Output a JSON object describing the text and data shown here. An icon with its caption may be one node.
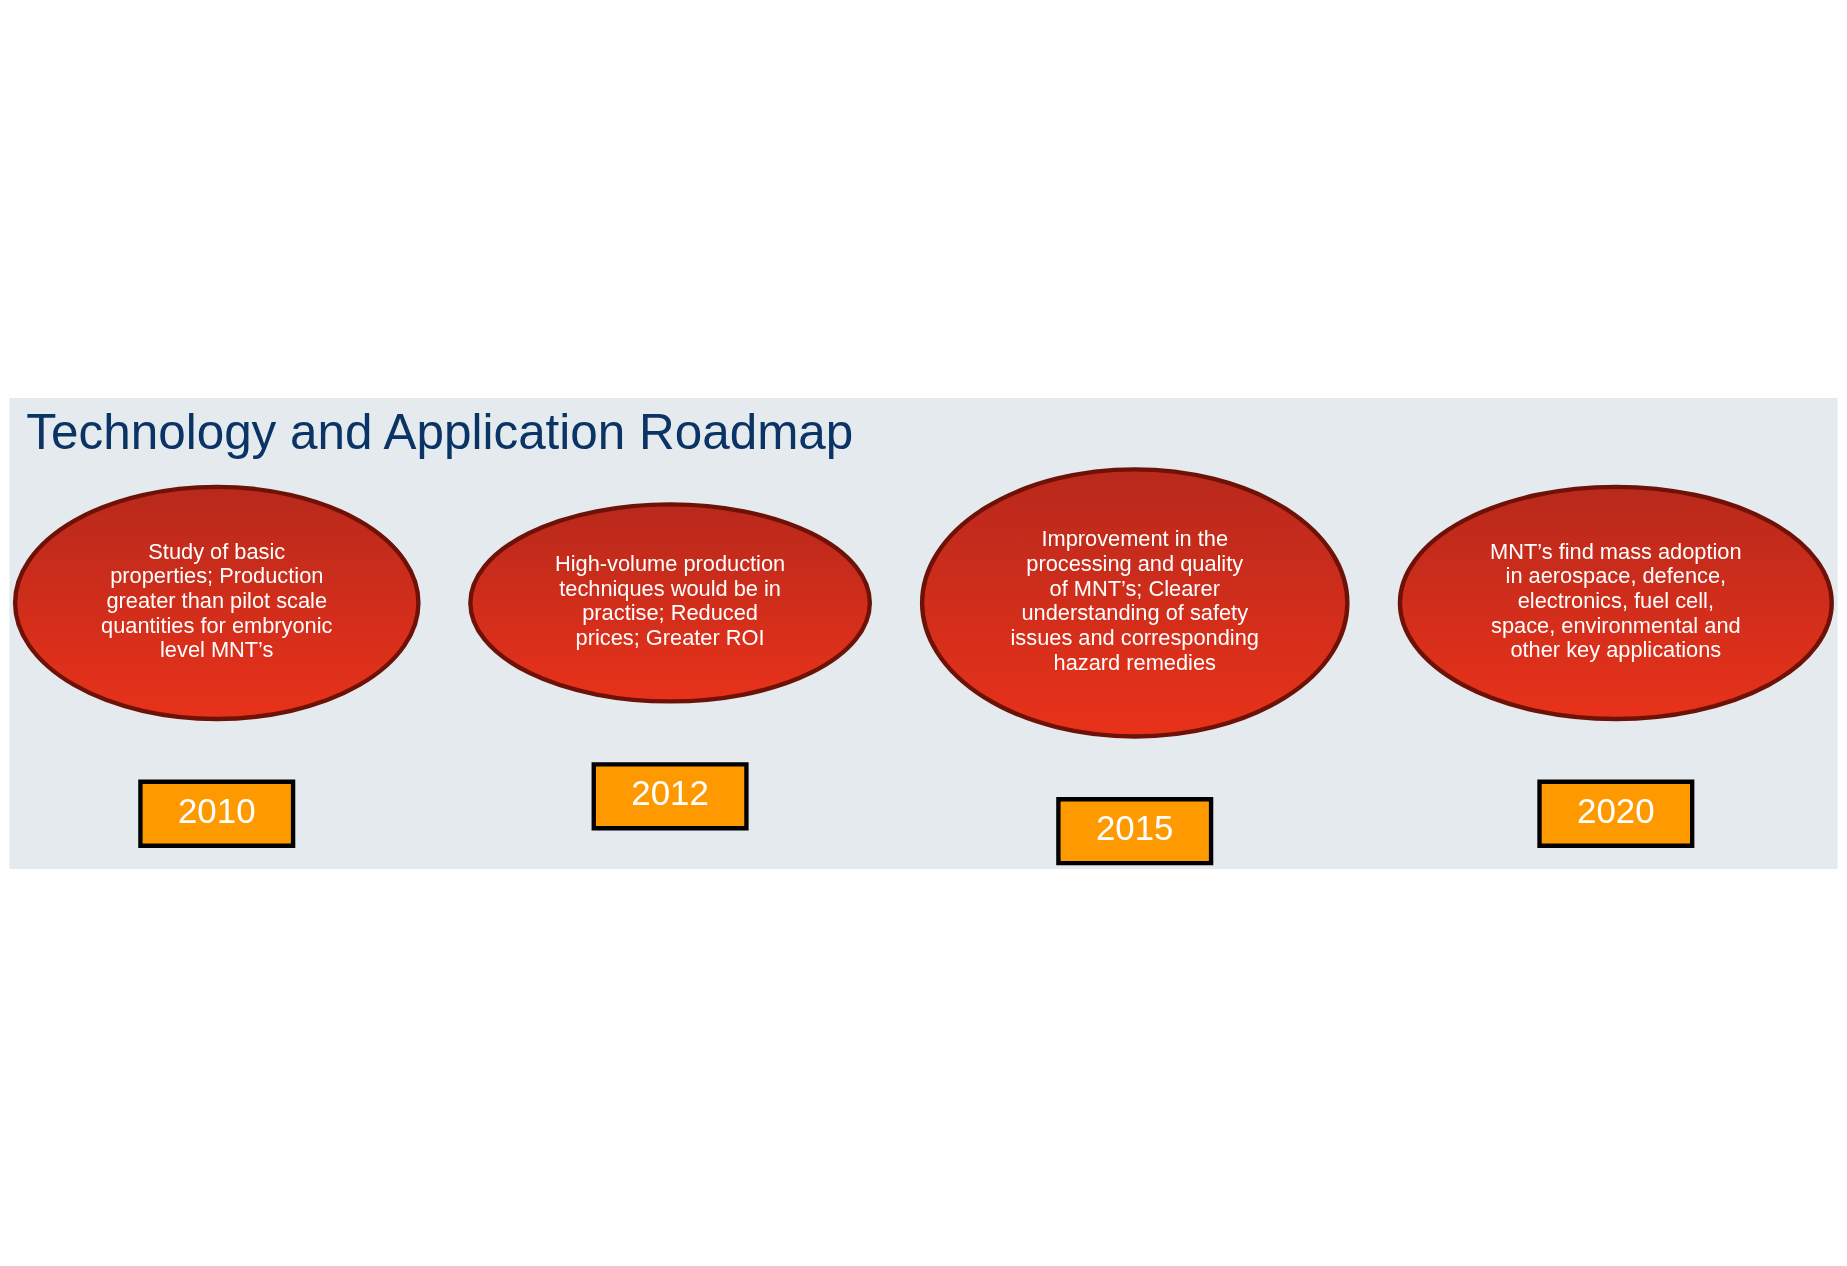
{
  "diagram": {
    "title": "Technology and Application Roadmap",
    "nodes": [
      {
        "text": [
          "Study of basic properties; Production greater than pilot scale quantities for embryonic level MNT’s"
        ],
        "beside": [
          "2010"
        ]
      },
      {
        "text": [
          "High-volume production techniques would be in practise; Reduced prices; Greater ROI"
        ],
        "beside": [
          "2012"
        ]
      },
      {
        "text": [
          "Improvement in the processing and quality of MNT’s; Clearer understanding of safety issues and corresponding hazard remedies"
        ],
        "beside": [
          "2015"
        ]
      },
      {
        "text": [
          "MNT’s find mass adoption in aerospace, defence, electronics, fuel cell, space, environmental and other key applications"
        ],
        "beside": [
          "2020"
        ]
      }
    ]
  }
}
